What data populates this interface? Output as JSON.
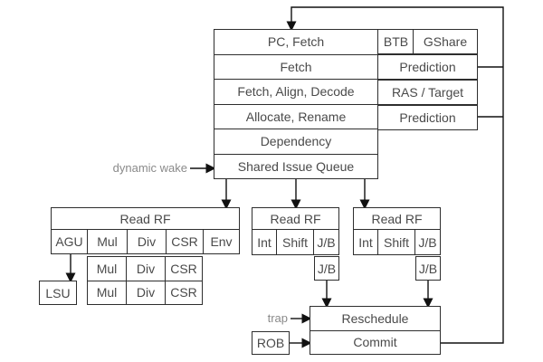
{
  "colors": {
    "bg": "#ffffff",
    "border": "#2e2e2e",
    "text": "#4a4a4a",
    "label": "#8a8a8a",
    "line": "#111111"
  },
  "pipeline": {
    "stages": [
      "PC, Fetch",
      "Fetch",
      "Fetch, Align, Decode",
      "Allocate, Rename",
      "Dependency",
      "Shared Issue Queue"
    ],
    "predictors": {
      "btb": "BTB",
      "gshare": "GShare",
      "prediction_fetch": "Prediction",
      "ras_target": "RAS / Target",
      "prediction_rename": "Prediction"
    }
  },
  "annotations": {
    "dynamic_wake": "dynamic wake",
    "trap": "trap"
  },
  "clusters": {
    "mem": {
      "header": "Read RF",
      "row1": [
        "AGU",
        "Mul",
        "Div",
        "CSR",
        "Env"
      ],
      "row2": [
        "Mul",
        "Div",
        "CSR"
      ],
      "row3": [
        "Mul",
        "Div",
        "CSR"
      ],
      "lsu": "LSU"
    },
    "int1": {
      "header": "Read RF",
      "row1": [
        "Int",
        "Shift",
        "J/B"
      ],
      "jb2": "J/B"
    },
    "int2": {
      "header": "Read RF",
      "row1": [
        "Int",
        "Shift",
        "J/B"
      ],
      "jb2": "J/B"
    }
  },
  "retire": {
    "reschedule": "Reschedule",
    "commit": "Commit",
    "rob": "ROB"
  }
}
